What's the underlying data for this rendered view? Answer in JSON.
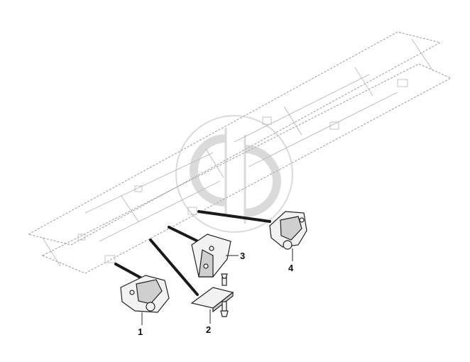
{
  "diagram": {
    "callouts": [
      {
        "id": "1",
        "label": "1"
      },
      {
        "id": "2",
        "label": "2"
      },
      {
        "id": "3",
        "label": "3"
      },
      {
        "id": "4",
        "label": "4"
      }
    ],
    "watermark_icon": "circular-logo-watermark"
  }
}
